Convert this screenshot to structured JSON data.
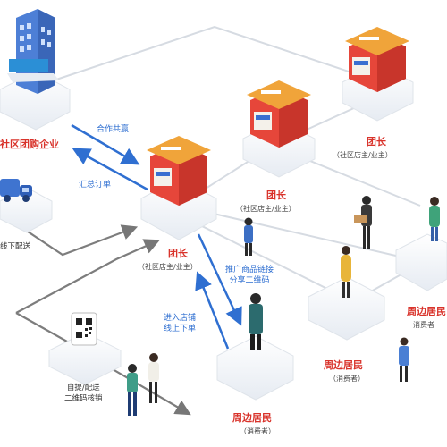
{
  "nodes": {
    "enterprise": {
      "title": "社区团购企业"
    },
    "leader_main": {
      "title": "团长",
      "subtitle": "（社区店主/业主）"
    },
    "leader_mid": {
      "title": "团长",
      "subtitle": "（社区店主/业主）"
    },
    "leader_top": {
      "title": "团长",
      "subtitle": "（社区店主/业主）"
    },
    "resident_bottom": {
      "title": "周边居民",
      "subtitle": "（消费者）"
    },
    "resident_mid": {
      "title": "周边居民",
      "subtitle": "（消费者）"
    },
    "resident_right": {
      "title": "周边居民",
      "subtitle": "消费者"
    }
  },
  "flows": {
    "cooperate": "合作共赢",
    "summary_order": "汇总订单",
    "offline_delivery": "线下配送",
    "promote_line1": "推广商品链接",
    "promote_line2": "分享二维码",
    "enter_line1": "进入店铺",
    "enter_line2": "线上下单",
    "pickup_line1": "自提/配送",
    "pickup_line2": "二维码核销"
  },
  "colors": {
    "accent_red": "#d9332b",
    "accent_blue": "#2f6fd1",
    "platform": "#e9eef5",
    "shop_red": "#e6463a",
    "awning": "#f0a43a"
  }
}
